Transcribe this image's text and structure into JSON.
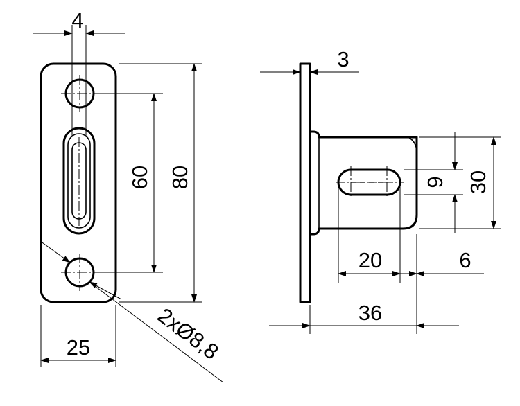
{
  "front_view": {
    "thickness": "4",
    "width": "25",
    "hole_spacing": "60",
    "height": "80",
    "hole_callout": "2xØ8,8"
  },
  "side_view": {
    "plate_thickness": "3",
    "slot_width": "9",
    "arm_height": "30",
    "slot_position": "20",
    "edge_offset": "6",
    "projection": "36"
  }
}
